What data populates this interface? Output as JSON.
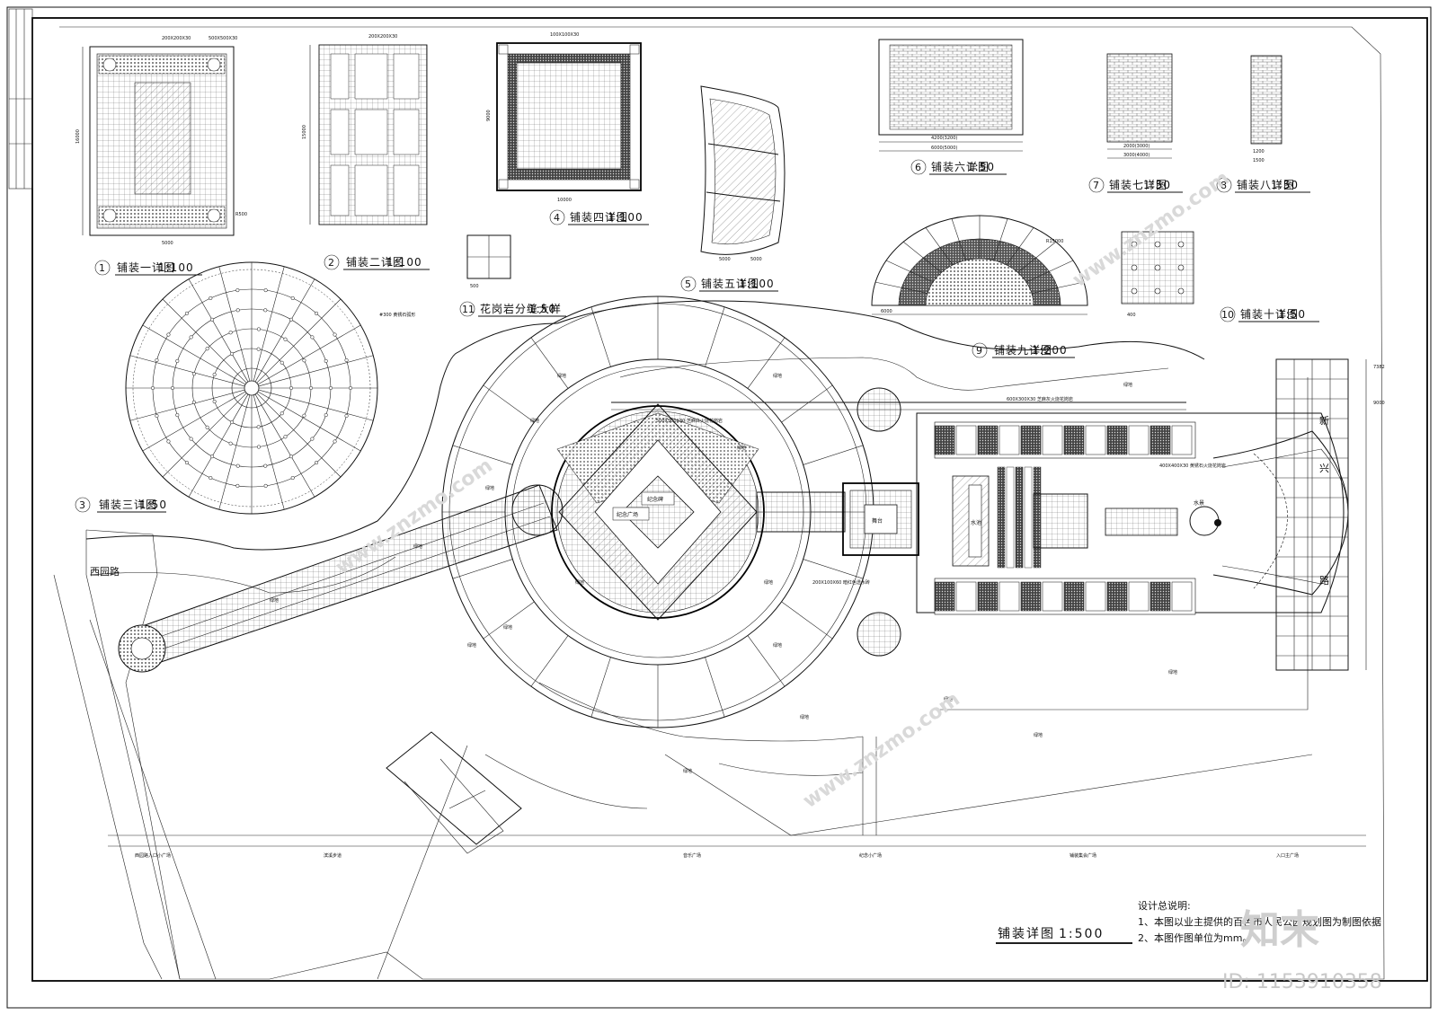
{
  "drawing": {
    "main_title": "铺装详图",
    "main_scale": "1:500",
    "notes_heading": "设计总说明:",
    "notes": [
      "1、本图以业主提供的百色市人民公园规划图为制图依据",
      "2、本图作图单位为mm。"
    ],
    "watermark_brand": "知末",
    "watermark_id": "ID: 1153910358",
    "watermark_url": "www.znzmo.com"
  },
  "details": [
    {
      "num": "1",
      "name": "铺装一详图",
      "scale": "1:100"
    },
    {
      "num": "2",
      "name": "铺装二详图",
      "scale": "1:100"
    },
    {
      "num": "3",
      "name": "铺装三详图",
      "scale": "1:50"
    },
    {
      "num": "4",
      "name": "铺装四详图",
      "scale": "1:100"
    },
    {
      "num": "5",
      "name": "铺装五详图",
      "scale": "1:100"
    },
    {
      "num": "6",
      "name": "铺装六详图",
      "scale": "1:50"
    },
    {
      "num": "7",
      "name": "铺装七详图",
      "scale": "1:50"
    },
    {
      "num": "8",
      "name": "铺装八详图",
      "scale": "1:50"
    },
    {
      "num": "9",
      "name": "铺装九详图",
      "scale": "1:200"
    },
    {
      "num": "10",
      "name": "铺装十详图",
      "scale": "1:50"
    },
    {
      "num": "11",
      "name": "花岗岩分缝大样",
      "scale": "1:50"
    }
  ],
  "dims": {
    "d1_top": "200X200X30",
    "d1_top2": "500X500X30",
    "d1_left": "16000",
    "d1_bottom": "5000",
    "d1_r": "R500",
    "d2_left": "15000",
    "d2_top": "200X200X30",
    "d4_top": "100X100X30",
    "d4_bottom": "10000",
    "d4_left": "9000",
    "d5_a": "5000",
    "d5_b": "5000",
    "d6_a": "4200(3200)",
    "d6_b": "6000(5000)",
    "d7_a": "2000(3000)",
    "d7_b": "3000(4000)",
    "d8_a": "1200",
    "d8_b": "1500",
    "d9_r": "R15000",
    "d9_a": "6000",
    "d10_a": "400",
    "d11_a": "500",
    "road_w": "9000",
    "road_e": "7382"
  },
  "areas": {
    "road_west": "西园路",
    "road_east_1": "新",
    "road_east_2": "兴",
    "road_east_3": "路",
    "green": "绿地",
    "green_label_count": 18
  },
  "bottom_strip": [
    "西园路入口小广场",
    "滨溪步道",
    "音乐广场",
    "纪念小广场",
    "铺装集会广场",
    "入口主广场"
  ],
  "plaza_labels": {
    "center_circle": "纪念广场",
    "monument": "纪念碑",
    "stage": "舞台",
    "pool_left": "水池",
    "water_feature": "水景"
  },
  "material_notes": [
    "500X500X30 芝麻白火烧花岗岩",
    "400X400X30 黄锈石火烧花岗岩",
    "200X100X60 暗红色透水砖",
    "600X300X30 芝麻灰火烧花岗岩",
    "#300 黄锈石弧形"
  ]
}
